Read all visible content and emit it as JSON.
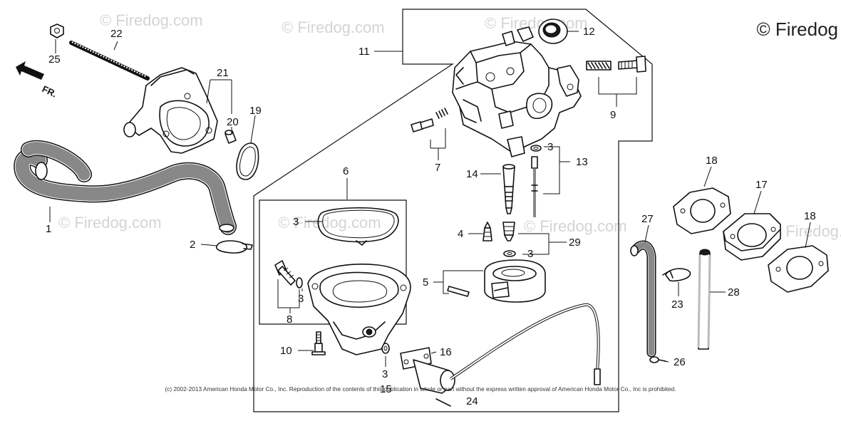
{
  "brand": "© Firedog",
  "watermark": "© Firedog.com",
  "direction_label": "FR.",
  "copyright": "(c) 2002-2013 American Honda Motor Co., Inc. Reproduction of the contents of this publication in whole or part without the express written approval of American Honda Motor Co., Inc is prohibited.",
  "callouts": {
    "p1": "1",
    "p2": "2",
    "p3a": "3",
    "p3b": "3",
    "p3c": "3",
    "p3d": "3",
    "p3e": "3",
    "p4": "4",
    "p5": "5",
    "p6": "6",
    "p7": "7",
    "p8": "8",
    "p9": "9",
    "p10": "10",
    "p11": "11",
    "p12": "12",
    "p13": "13",
    "p14": "14",
    "p15": "15",
    "p16": "16",
    "p17": "17",
    "p18a": "18",
    "p18b": "18",
    "p19": "19",
    "p20": "20",
    "p21": "21",
    "p22": "22",
    "p23": "23",
    "p24": "24",
    "p25": "25",
    "p26": "26",
    "p27": "27",
    "p28": "28",
    "p29": "29"
  }
}
